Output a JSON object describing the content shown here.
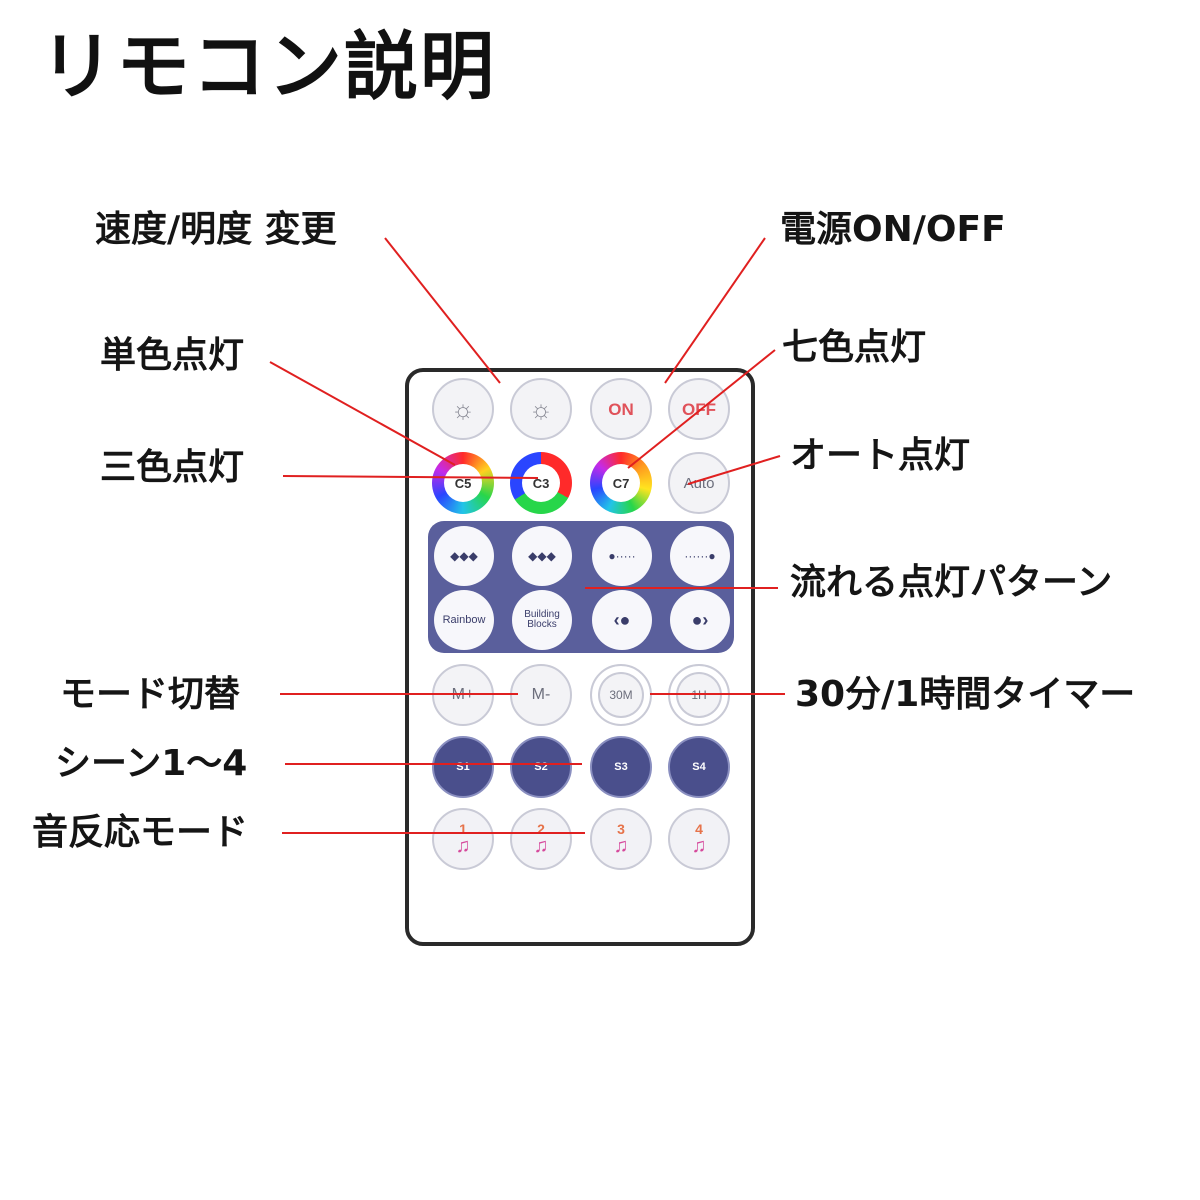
{
  "title": "リモコン説明",
  "labels": {
    "speed": "速度/明度 変更",
    "power": "電源ON/OFF",
    "single": "単色点灯",
    "seven": "七色点灯",
    "three": "三色点灯",
    "auto": "オート点灯",
    "flow": "流れる点灯パターン",
    "mode": "モード切替",
    "timer": "30分/1時間タイマー",
    "scene": "シーン1〜4",
    "sound": "音反応モード"
  },
  "buttons": {
    "row1": {
      "on": "ON",
      "off": "OFF",
      "sun": "☼"
    },
    "row2": {
      "c5": "C5",
      "c3": "C3",
      "c7": "C7",
      "auto": "Auto"
    },
    "flow1": [
      "◆◆◆",
      "◆◆◆",
      "●·····",
      "······●"
    ],
    "flow2": {
      "rainbow": "Rainbow",
      "building": "Building Blocks",
      "left": "‹●",
      "right": "●›"
    },
    "row5": {
      "mplus": "M+",
      "mminus": "M-",
      "t30": "30M",
      "t1h": "1H"
    },
    "scenes": [
      "S1",
      "S2",
      "S3",
      "S4"
    ],
    "music": [
      "1",
      "2",
      "3",
      "4"
    ],
    "note": "♫"
  },
  "colors": {
    "leader": "#e02020",
    "navy": "#585d9a",
    "accent_red": "#e0525a"
  }
}
